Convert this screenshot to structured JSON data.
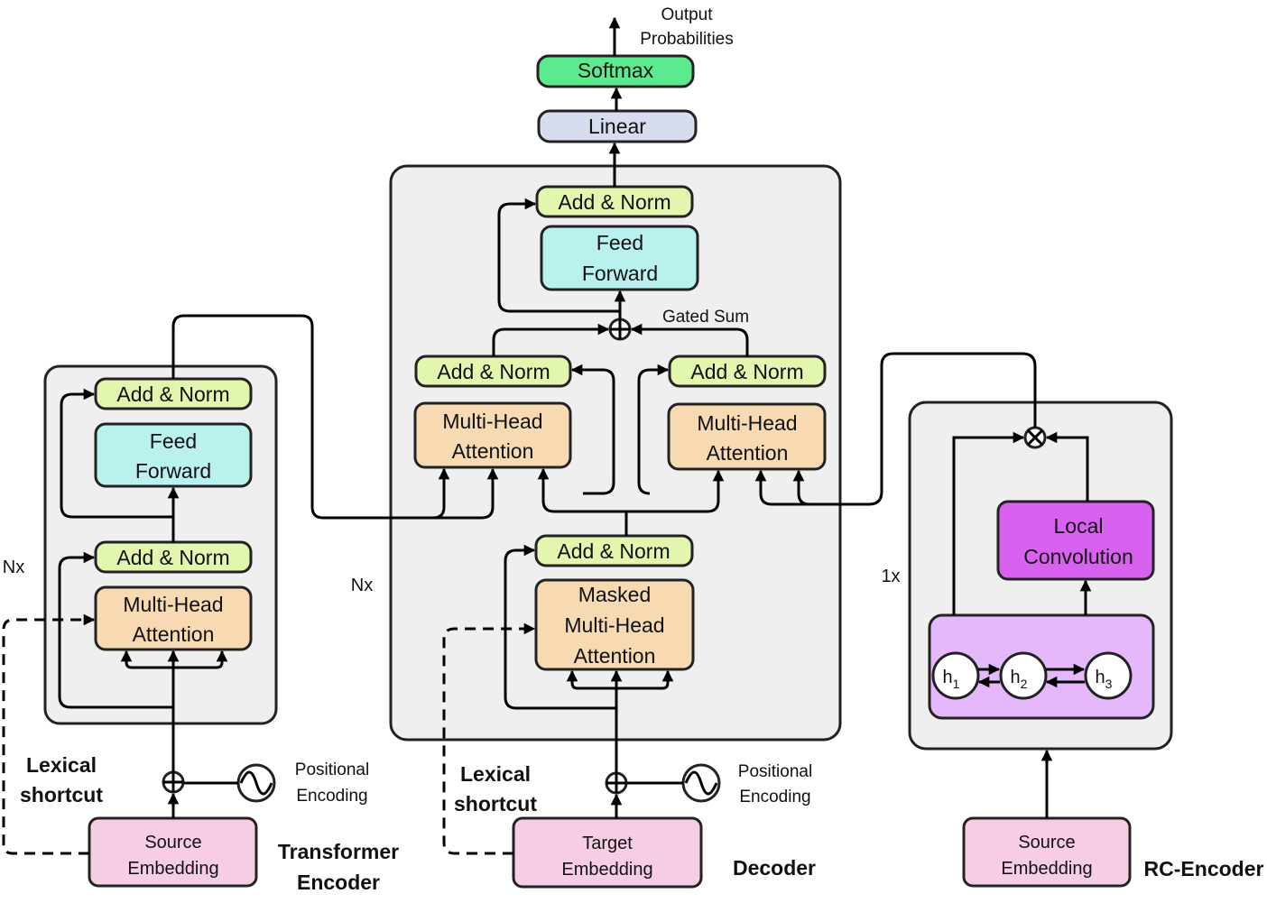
{
  "colors": {
    "add_norm": "#e2f6ad",
    "feed_forward": "#b8f1ee",
    "attention": "#f7d9b2",
    "softmax": "#5cea8f",
    "linear": "#d7dcee",
    "embedding": "#f6cde5",
    "local_conv": "#d861f0",
    "rnn_layer": "#e5b8fb",
    "container": "#efefef"
  },
  "output": {
    "line1": "Output",
    "line2": "Probabilities"
  },
  "softmax": "Softmax",
  "linear": "Linear",
  "encoder": {
    "add_norm_top": "Add & Norm",
    "feed_forward_1": "Feed",
    "feed_forward_2": "Forward",
    "add_norm_bottom": "Add & Norm",
    "mha_1": "Multi-Head",
    "mha_2": "Attention",
    "repeat": "Nx",
    "embedding_1": "Source",
    "embedding_2": "Embedding",
    "pos_1": "Positional",
    "pos_2": "Encoding",
    "shortcut_1": "Lexical",
    "shortcut_2": "shortcut",
    "title_1": "Transformer",
    "title_2": "Encoder"
  },
  "decoder": {
    "add_norm_top": "Add & Norm",
    "feed_forward_1": "Feed",
    "feed_forward_2": "Forward",
    "gated_sum": "Gated Sum",
    "add_norm_left": "Add & Norm",
    "add_norm_right": "Add & Norm",
    "mha_left_1": "Multi-Head",
    "mha_left_2": "Attention",
    "mha_right_1": "Multi-Head",
    "mha_right_2": "Attention",
    "add_norm_bottom": "Add & Norm",
    "masked_1": "Masked",
    "masked_2": "Multi-Head",
    "masked_3": "Attention",
    "repeat": "Nx",
    "embedding_1": "Target",
    "embedding_2": "Embedding",
    "pos_1": "Positional",
    "pos_2": "Encoding",
    "shortcut_1": "Lexical",
    "shortcut_2": "shortcut",
    "title": "Decoder"
  },
  "rc_encoder": {
    "local_conv_1": "Local",
    "local_conv_2": "Convolution",
    "repeat": "1x",
    "h1": "h",
    "h1_sub": "1",
    "h2": "h",
    "h2_sub": "2",
    "h3": "h",
    "h3_sub": "3",
    "embedding_1": "Source",
    "embedding_2": "Embedding",
    "title": "RC-Encoder"
  }
}
